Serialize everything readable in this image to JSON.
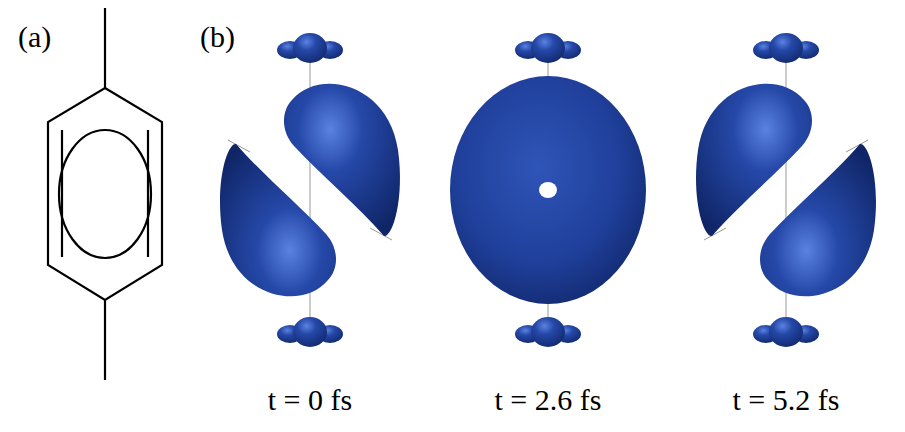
{
  "diagram": {
    "labels": [
      "(a)",
      "(b)",
      "t = 0 fs",
      "t = 2.6 fs",
      "t = 5.2 fs"
    ]
  }
}
